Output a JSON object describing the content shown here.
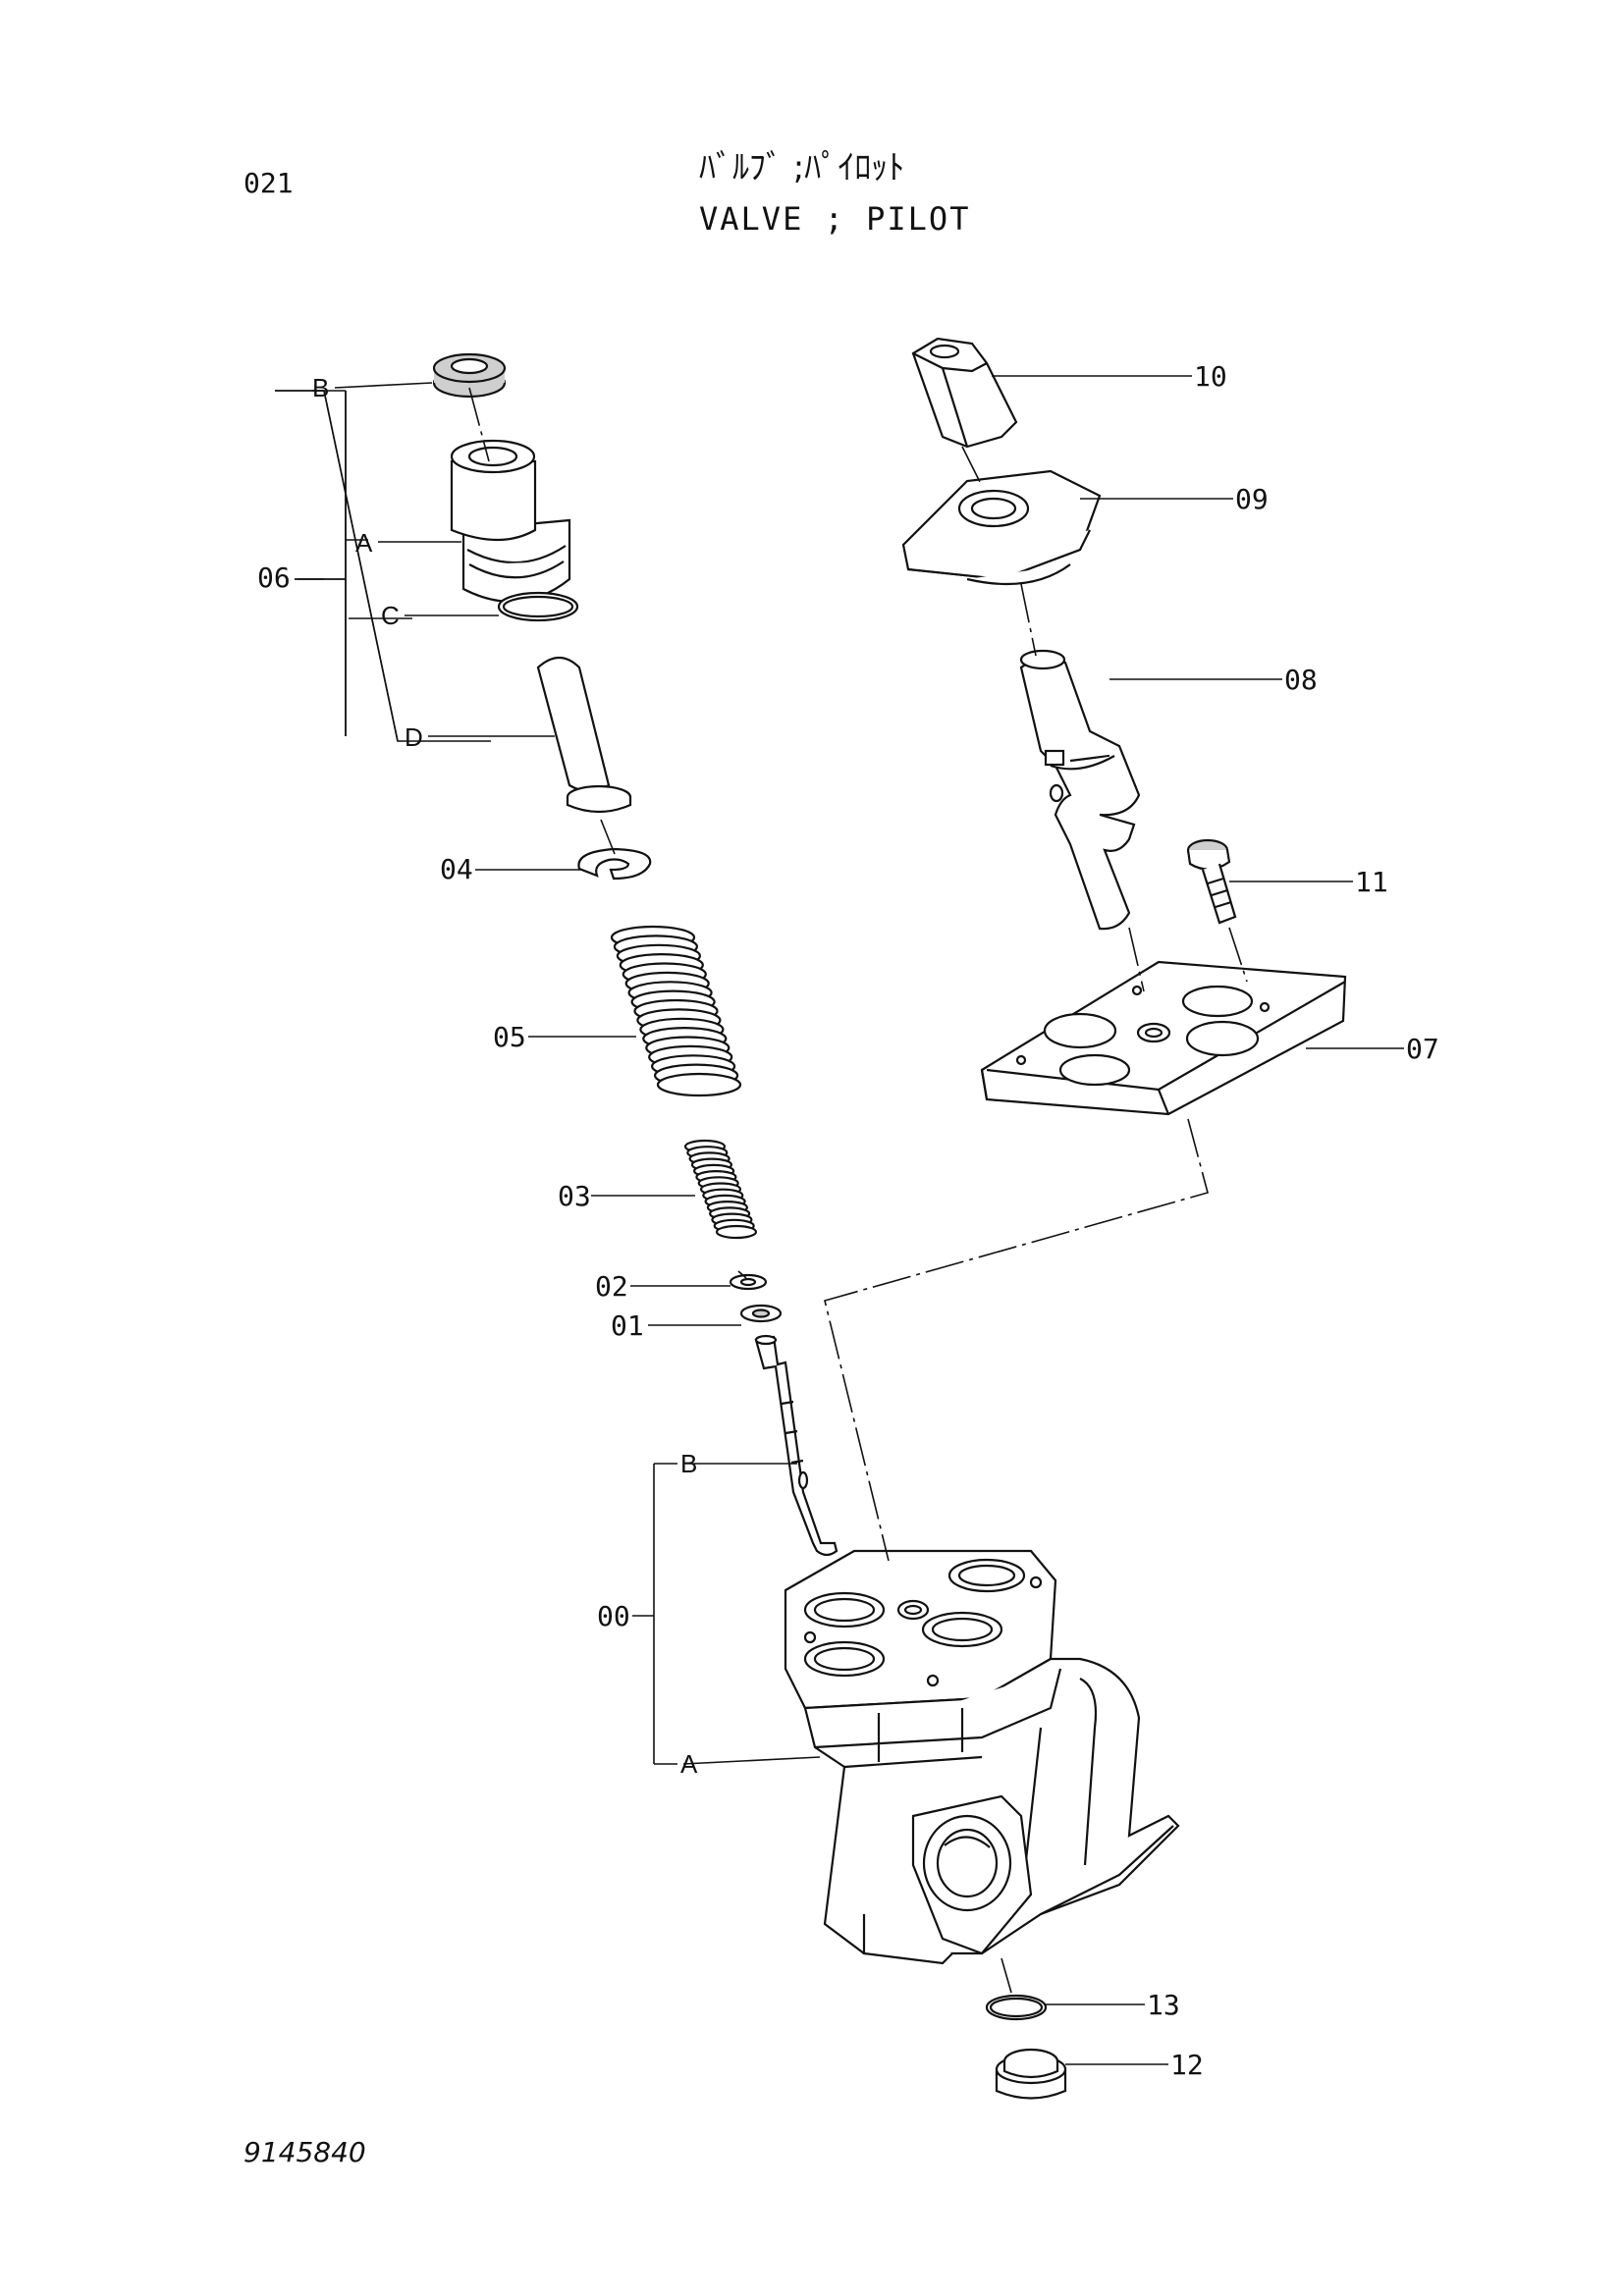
{
  "page_code": "021",
  "title_jp": "ﾊﾞﾙﾌﾞ ;ﾊﾟｲﾛｯﾄ",
  "title_en": "VALVE   ; PILOT",
  "drawing_number": "9145840",
  "callouts": {
    "p00": "00",
    "p01": "01",
    "p02": "02",
    "p03": "03",
    "p04": "04",
    "p05": "05",
    "p06": "06",
    "p07": "07",
    "p08": "08",
    "p09": "09",
    "p10": "10",
    "p11": "11",
    "p12": "12",
    "p13": "13"
  },
  "sub_labels": {
    "g06_A": "A",
    "g06_B": "B",
    "g06_C": "C",
    "g06_D": "D",
    "g00_A": "A",
    "g00_B": "B"
  }
}
